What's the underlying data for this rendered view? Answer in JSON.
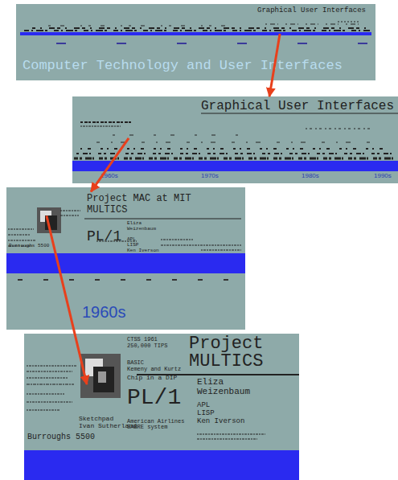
{
  "diagram": {
    "nodes": [
      {
        "text": [
          "Graphical User Interfaces",
          "Computer Technology and User Interfaces"
        ]
      },
      {
        "text": [
          "Graphical User Interfaces",
          "1960s",
          "1970s",
          "1980s",
          "1990s"
        ]
      },
      {
        "text": [
          "Project MAC at MIT",
          "MULTICS",
          "PL/1",
          "Eliza",
          "Weizenbaum",
          "APL",
          "LISP",
          "Ken Iverson",
          "Burroughs 5500",
          "1960s"
        ]
      },
      {
        "text": [
          "Project",
          "MULTICS",
          "CTSS 1961",
          "250,000 TIPS",
          "BASIC",
          "Kemeny and Kurtz",
          "Chip in a DIP",
          "PL/1",
          "Eliza",
          "Weizenbaum",
          "APL",
          "LISP",
          "Ken Iverson",
          "Sketchpad",
          "Ivan Sutherland",
          "American Airlines SABRE system",
          "Burroughs 5500"
        ]
      }
    ],
    "edges": [
      {
        "from": 0,
        "to": 1,
        "arrow": "to"
      },
      {
        "from": 1,
        "to": 2,
        "arrow": "to"
      },
      {
        "from": 2,
        "to": 3,
        "arrow": "to"
      }
    ]
  }
}
